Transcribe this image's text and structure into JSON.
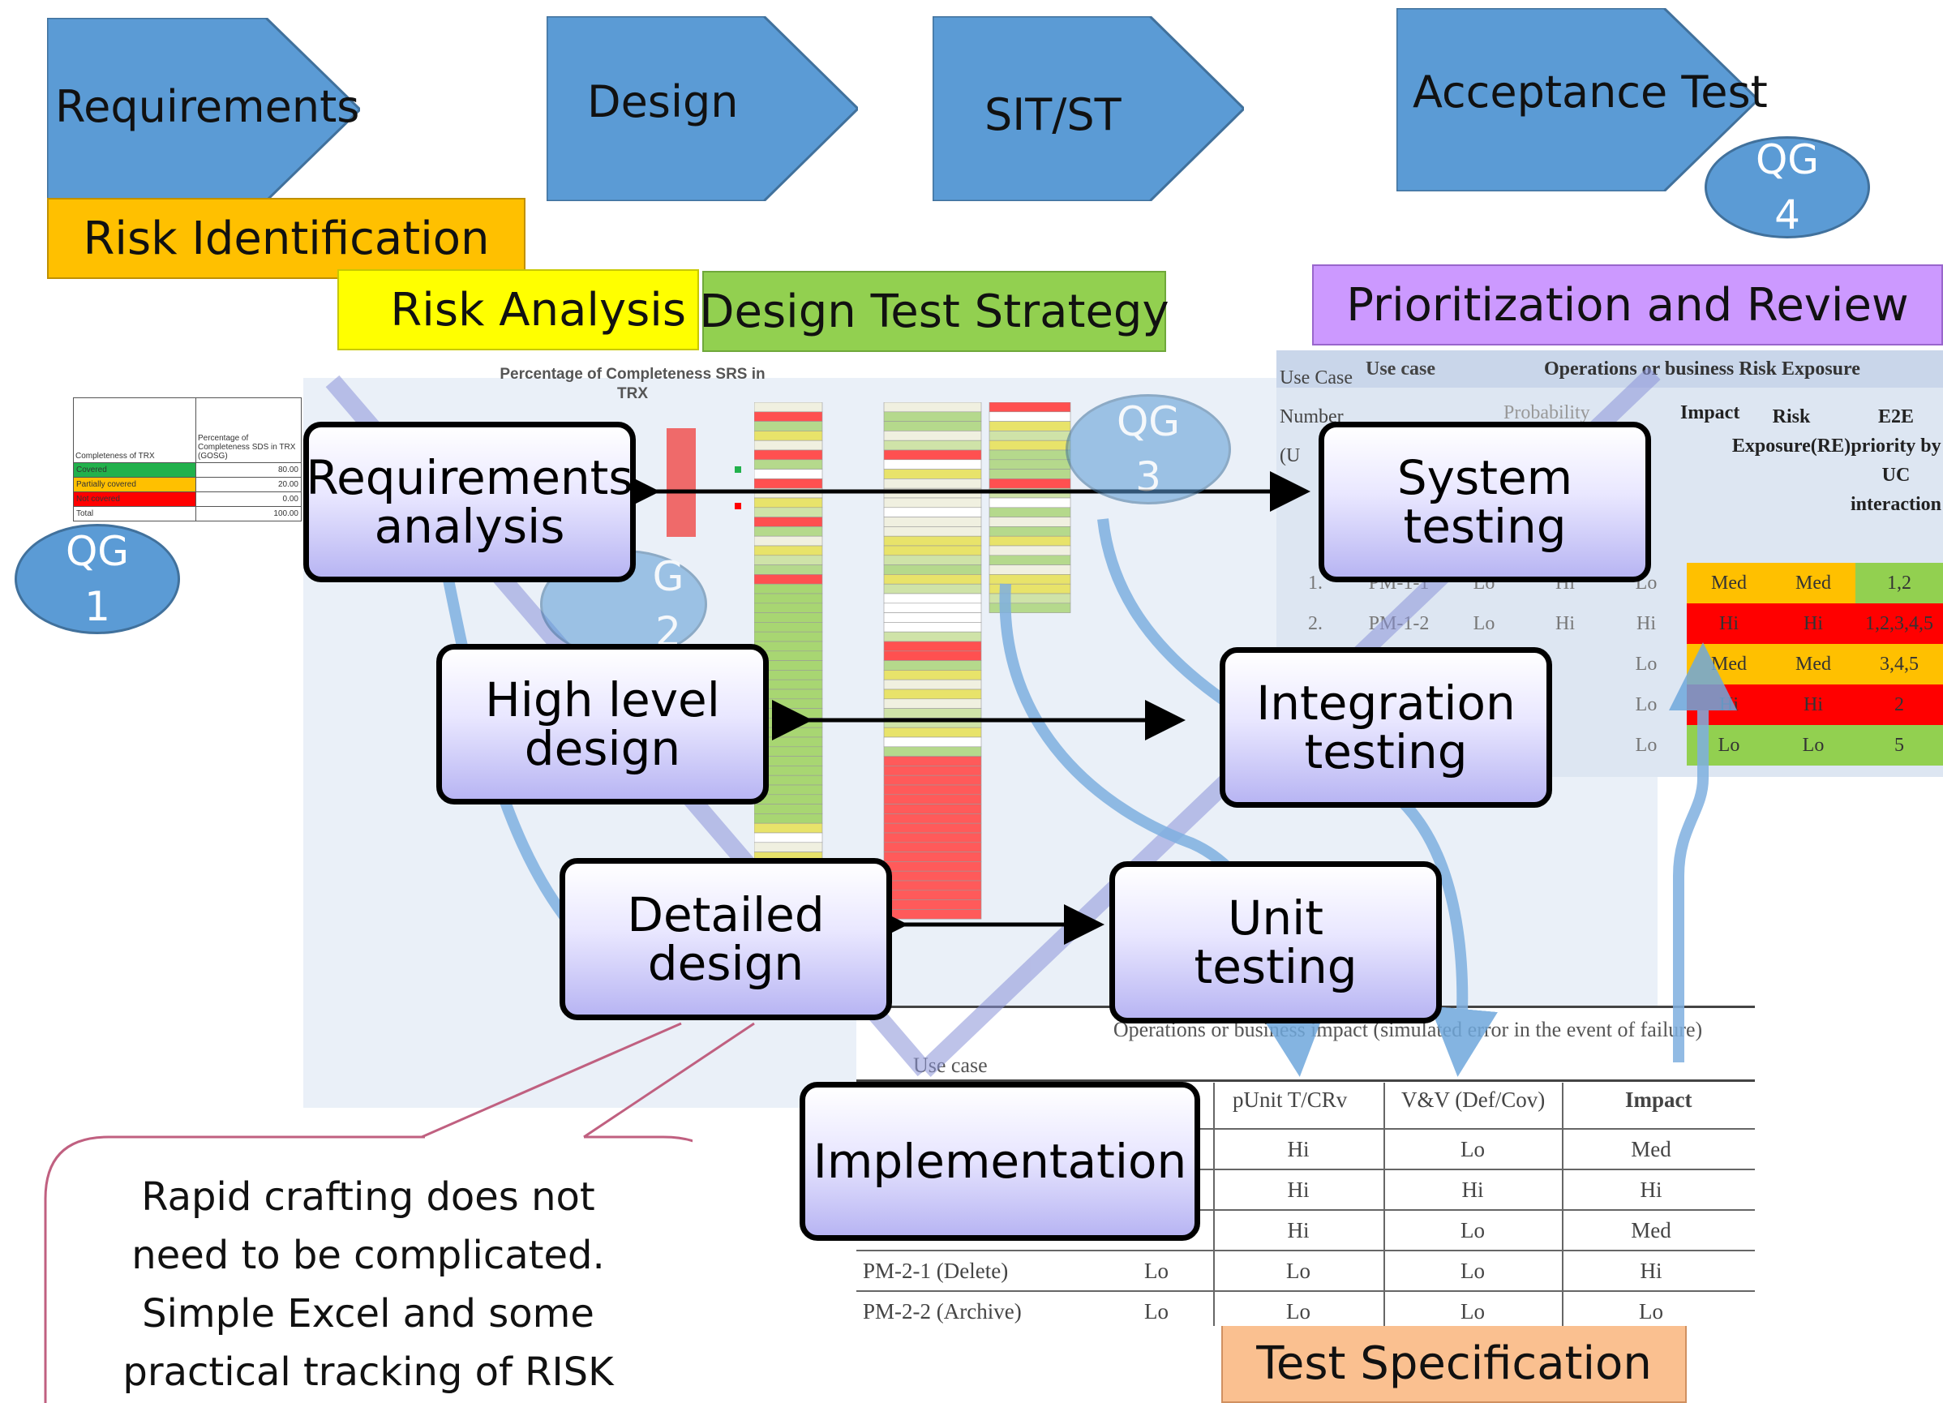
{
  "phases": [
    {
      "id": "requirements",
      "label": "Requirements"
    },
    {
      "id": "design",
      "label": "Design"
    },
    {
      "id": "sit",
      "label": "SIT/ST"
    },
    {
      "id": "acceptance",
      "label": "Acceptance Test"
    }
  ],
  "bands": {
    "risk_identification": "Risk Identification",
    "risk_analysis": "Risk Analysis",
    "design_test_strategy": "Design Test Strategy",
    "prioritization": "Prioritization and Review",
    "test_specification": "Test Specification"
  },
  "quality_gates": [
    {
      "id": "qg1",
      "label": "QG",
      "num": "1"
    },
    {
      "id": "qg2",
      "label": "G",
      "num": "2"
    },
    {
      "id": "qg3",
      "label": "QG",
      "num": "3"
    },
    {
      "id": "qg4",
      "label": "QG",
      "num": "4"
    }
  ],
  "vmodel": {
    "req_analysis": [
      "Requirements",
      "analysis"
    ],
    "system_testing": [
      "System",
      "testing"
    ],
    "high_level": [
      "High level",
      "design"
    ],
    "integration": [
      "Integration",
      "testing"
    ],
    "detailed": [
      "Detailed",
      "design"
    ],
    "unit": [
      "Unit",
      "testing"
    ],
    "implementation": "Implementation"
  },
  "completeness_chart": {
    "title_line1": "Percentage of Completeness SRS in",
    "title_line2": "TRX",
    "legend_partial": "Partially covered",
    "table_header_left": "Completeness of TRX",
    "table_header_right": "Percentage of Completeness SDS in TRX (GOSG)",
    "rows": [
      {
        "label": "Covered",
        "value": "80.00",
        "color": "#22b14c"
      },
      {
        "label": "Partially covered",
        "value": "20.00",
        "color": "#ffc000"
      },
      {
        "label": "Not covered",
        "value": "0.00",
        "color": "#ff0000"
      },
      {
        "label": "Total",
        "value": "100.00",
        "color": "#ffffff"
      }
    ]
  },
  "risk_table": {
    "headers": {
      "use_case_number": "Use Case Number (U",
      "use_case": "Use case",
      "group": "Operations or business Risk Exposure",
      "probability": "Probability",
      "impact": "Impact",
      "risk_exposure": "Risk Exposure(RE)",
      "e2e": "E2E priority by UC interaction"
    },
    "rows": [
      {
        "n": "1.",
        "uc": "PM-1-1",
        "c1": "Lo",
        "c2": "Hi",
        "c3": "Lo",
        "impact": "Med",
        "re": "Med",
        "e2e": "1,2"
      },
      {
        "n": "2.",
        "uc": "PM-1-2",
        "c1": "Lo",
        "c2": "Hi",
        "c3": "Hi",
        "impact": "Hi",
        "re": "Hi",
        "e2e": "1,2,3,4,5"
      },
      {
        "n": "",
        "uc": "",
        "c1": "",
        "c2": "",
        "c3": "Lo",
        "impact": "Med",
        "re": "Med",
        "e2e": "3,4,5"
      },
      {
        "n": "",
        "uc": "",
        "c1": "",
        "c2": "",
        "c3": "Lo",
        "impact": "Hi",
        "re": "Hi",
        "e2e": "2"
      },
      {
        "n": "",
        "uc": "",
        "c1": "",
        "c2": "",
        "c3": "Lo",
        "impact": "Lo",
        "re": "Lo",
        "e2e": "5"
      }
    ]
  },
  "impact_table": {
    "group": "Operations or business impact (simulated error in the event of failure)",
    "use_case": "Use case",
    "col_punit": "pUnit T/CRv",
    "col_vv": "V&V (Def/Cov)",
    "col_impact": "Impact",
    "rows": [
      {
        "uc": "",
        "p": "",
        "pu": "Hi",
        "vv": "Lo",
        "impact": "Med"
      },
      {
        "uc": "",
        "p": "",
        "pu": "Hi",
        "vv": "Hi",
        "impact": "Hi"
      },
      {
        "uc": "",
        "p": "",
        "pu": "Hi",
        "vv": "Lo",
        "impact": "Med"
      },
      {
        "uc": "PM-2-1 (Delete)",
        "p": "Lo",
        "pu": "Lo",
        "vv": "Lo",
        "impact": "Hi"
      },
      {
        "uc": "PM-2-2 (Archive)",
        "p": "Lo",
        "pu": "Lo",
        "vv": "Lo",
        "impact": "Lo"
      }
    ]
  },
  "callout": [
    "Rapid crafting does not",
    "need to be complicated.",
    "Simple Excel and some",
    "practical tracking of RISK"
  ],
  "colors": {
    "phase_blue": "#5b9bd5",
    "risk_identification": "#ffc000",
    "risk_analysis": "#ffff00",
    "design_test_strategy": "#92d050",
    "prioritization": "#cc99ff",
    "test_specification": "#fac090",
    "panel": "#e8eef7"
  }
}
